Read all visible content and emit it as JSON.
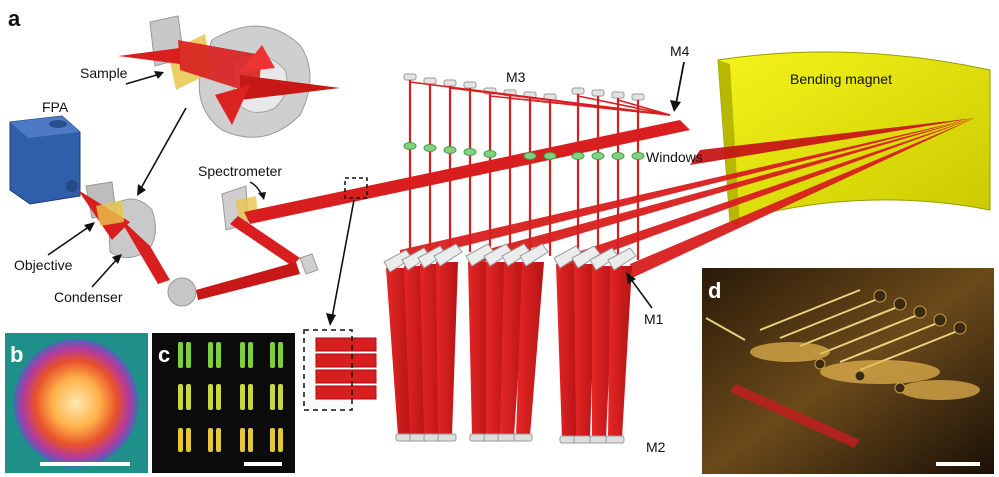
{
  "panels": {
    "a": "a",
    "b": "b",
    "c": "c",
    "d": "d"
  },
  "labels": {
    "sample": "Sample",
    "fpa": "FPA",
    "spectrometer": "Spectrometer",
    "objective": "Objective",
    "condenser": "Condenser",
    "m1": "M1",
    "m2": "M2",
    "m3": "M3",
    "m4": "M4",
    "windows": "Windows",
    "bending_magnet": "Bending magnet"
  },
  "colors": {
    "beam": "#d81e1e",
    "beam_dark": "#a90f0f",
    "magnet": "#e6e600",
    "fpa": "#2f5fa8",
    "window": "#7fd27f",
    "mirror": "#e9e9e9",
    "optic_gray": "#b9b9b9"
  }
}
